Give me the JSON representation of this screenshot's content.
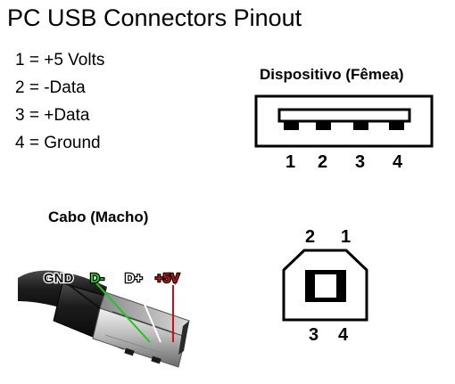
{
  "title": "PC USB Connectors Pinout",
  "pin_legend": [
    {
      "label": "1 = +5 Volts"
    },
    {
      "label": "2 = -Data"
    },
    {
      "label": "3 = +Data"
    },
    {
      "label": "4 = Ground"
    }
  ],
  "female_connector": {
    "heading": "Dispositivo (Fêmea)",
    "pins": [
      "1",
      "2",
      "3",
      "4"
    ]
  },
  "male_cable": {
    "heading": "Cabo (Macho)",
    "wires": [
      {
        "label": "GND",
        "color": "#111111"
      },
      {
        "label": "D-",
        "color": "#22c522"
      },
      {
        "label": "D+",
        "color": "#ffffff"
      },
      {
        "label": "+5V",
        "color": "#d01010"
      }
    ]
  },
  "type_b_connector": {
    "top_pins": [
      "2",
      "1"
    ],
    "bottom_pins": [
      "3",
      "4"
    ]
  }
}
